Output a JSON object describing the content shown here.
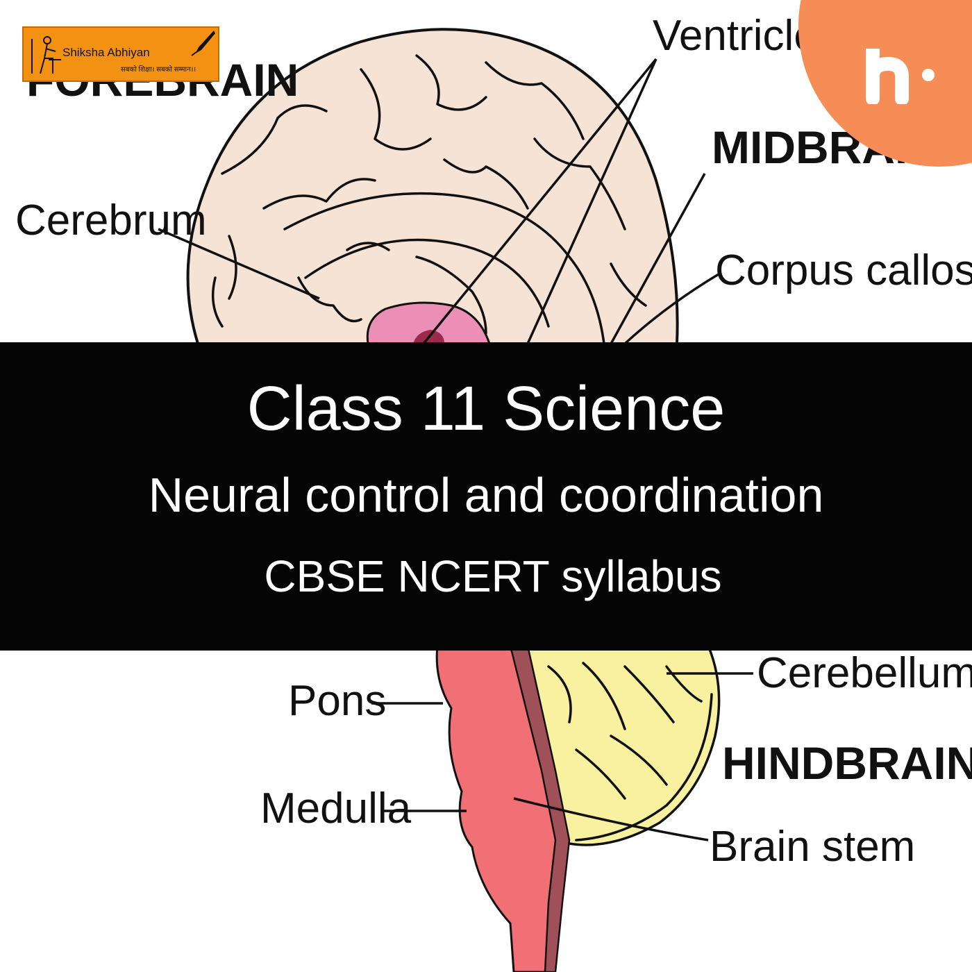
{
  "diagram": {
    "region_labels": {
      "forebrain": "FOREBRAIN",
      "midbrain": "MIDBRAIN",
      "hindbrain": "HINDBRAIN"
    },
    "part_labels": {
      "ventricles": "Ventricles",
      "cerebrum": "Cerebrum",
      "corpus_callosum": "Corpus callosum",
      "cerebellum": "Cerebellum",
      "pons": "Pons",
      "medulla": "Medulla",
      "brain_stem": "Brain stem"
    },
    "colors": {
      "cerebrum": "#f5e3d5",
      "cerebellum": "#f7f1a0",
      "brainstem": "#f07076",
      "brainstem_edge": "#a05058",
      "thalamus": "#ec8fb7"
    }
  },
  "banner": {
    "title": "Class 11 Science",
    "subtitle": "Neural control and coordination",
    "syllabus": "CBSE NCERT syllabus",
    "background": "#050505",
    "text_color": "#ffffff"
  },
  "logo": {
    "name": "Shiksha Abhiyan",
    "tagline": "सबको शिक्षा। सबको सम्मान।।",
    "background": "#f39212"
  },
  "badge": {
    "icon": "h-dot-icon",
    "color": "#f68d57"
  }
}
